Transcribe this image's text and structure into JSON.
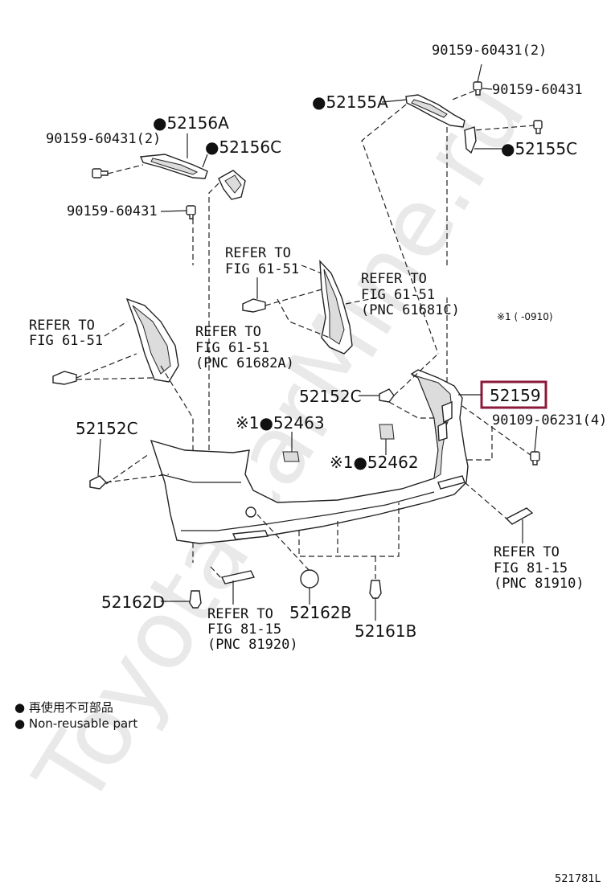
{
  "watermark": "ToyotaCarMine.ru",
  "highlight": {
    "part_number": "52159",
    "box_color": "#8b1a3a"
  },
  "labels": {
    "l_90159_60431_2_top": "90159-60431(2)",
    "l_90159_60431_topright": "90159-60431",
    "l_52155A": "●52155A",
    "l_52156A": "●52156A",
    "l_90159_60431_2_left": "90159-60431(2)",
    "l_52156C": "●52156C",
    "l_52155C": "●52155C",
    "l_90159_60431_mid": "90159-60431",
    "refer_a_1": "REFER TO",
    "refer_a_2": "FIG 61-51",
    "refer_b_1": "REFER TO",
    "refer_b_2": "FIG 61-51",
    "refer_b_3": "(PNC 61681C)",
    "refer_c_1": "REFER TO",
    "refer_c_2": "FIG 61-51",
    "refer_d_1": "REFER TO",
    "refer_d_2": "FIG 61-51",
    "refer_d_3": "(PNC 61682A)",
    "note_0910": "※1 (      -0910)",
    "l_52152C_right": "52152C",
    "l_52159": "52159",
    "l_90109_06231": "90109-06231(4)",
    "l_52152C_left": "52152C",
    "l_52463": "※1●52463",
    "l_52462": "※1●52462",
    "refer_e_1": "REFER TO",
    "refer_e_2": "FIG 81-15",
    "refer_e_3": "(PNC 81910)",
    "l_52162D": "52162D",
    "refer_f_1": "REFER TO",
    "refer_f_2": "FIG 81-15",
    "refer_f_3": "(PNC 81920)",
    "l_52162B": "52162B",
    "l_52161B": "52161B"
  },
  "legend": {
    "item_jp": "● 再使用不可部品",
    "item_en": "● Non-reusable part"
  },
  "diagram_code": "521781L"
}
